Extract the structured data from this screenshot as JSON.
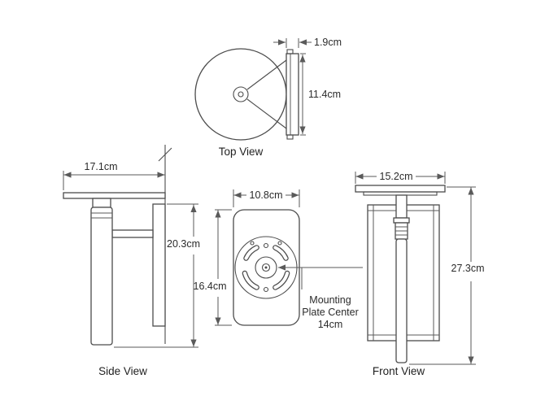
{
  "diagram": {
    "background": "#ffffff",
    "line_color": "#4c4c4c",
    "text_color": "#2b2b2b"
  },
  "top_view": {
    "label": "Top View",
    "dims": {
      "backplate_thickness": "1.9cm",
      "backplate_height": "11.4cm"
    }
  },
  "side_view": {
    "label": "Side View",
    "dims": {
      "projection": "17.1cm",
      "body_height": "20.3cm"
    }
  },
  "mounting_plate": {
    "dims": {
      "width": "10.8cm",
      "height": "16.4cm"
    },
    "note": {
      "line1": "Mounting",
      "line2": "Plate Center",
      "value": "14cm"
    }
  },
  "front_view": {
    "label": "Front View",
    "dims": {
      "width": "15.2cm",
      "height": "27.3cm"
    }
  }
}
